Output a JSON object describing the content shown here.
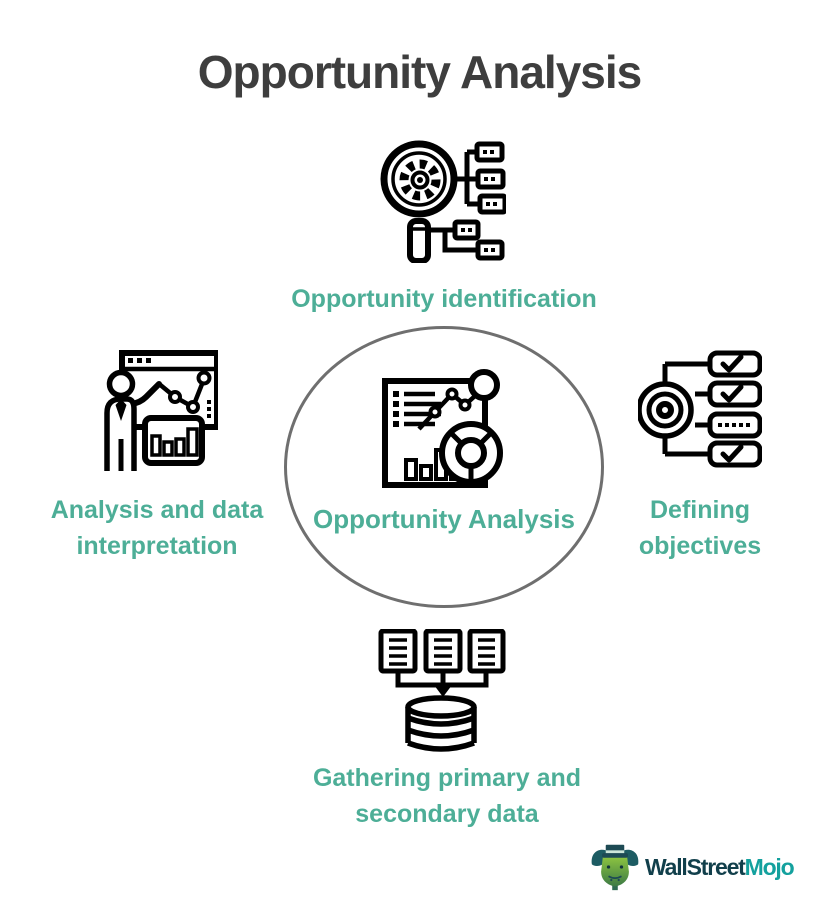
{
  "title": "Opportunity Analysis",
  "center": {
    "label": "Opportunity Analysis"
  },
  "nodes": {
    "top": {
      "label": "Opportunity identification"
    },
    "left": {
      "line1": "Analysis and data",
      "line2": "interpretation"
    },
    "right": {
      "line1": "Defining",
      "line2": "objectives"
    },
    "bottom": {
      "line1": "Gathering primary and",
      "line2": "secondary data"
    }
  },
  "logo": {
    "part1": "WallStreet",
    "part2": "Mojo"
  },
  "icons": {
    "top": "magnifier-gear-network-icon",
    "left": "presenter-chart-icon",
    "center": "analytics-dashboard-icon",
    "right": "target-checklist-icon",
    "bottom": "documents-database-icon",
    "logo": "bull-mascot-icon"
  },
  "colors": {
    "label_teal": "#4DAE97",
    "title_gray": "#3E3E3E",
    "circle_gray": "#6F6F6F",
    "icon_black": "#000000",
    "logo_dark_teal": "#113F4B",
    "logo_teal": "#14A19E",
    "bull_green": "#8FC640",
    "bull_dark": "#1D4A54"
  }
}
